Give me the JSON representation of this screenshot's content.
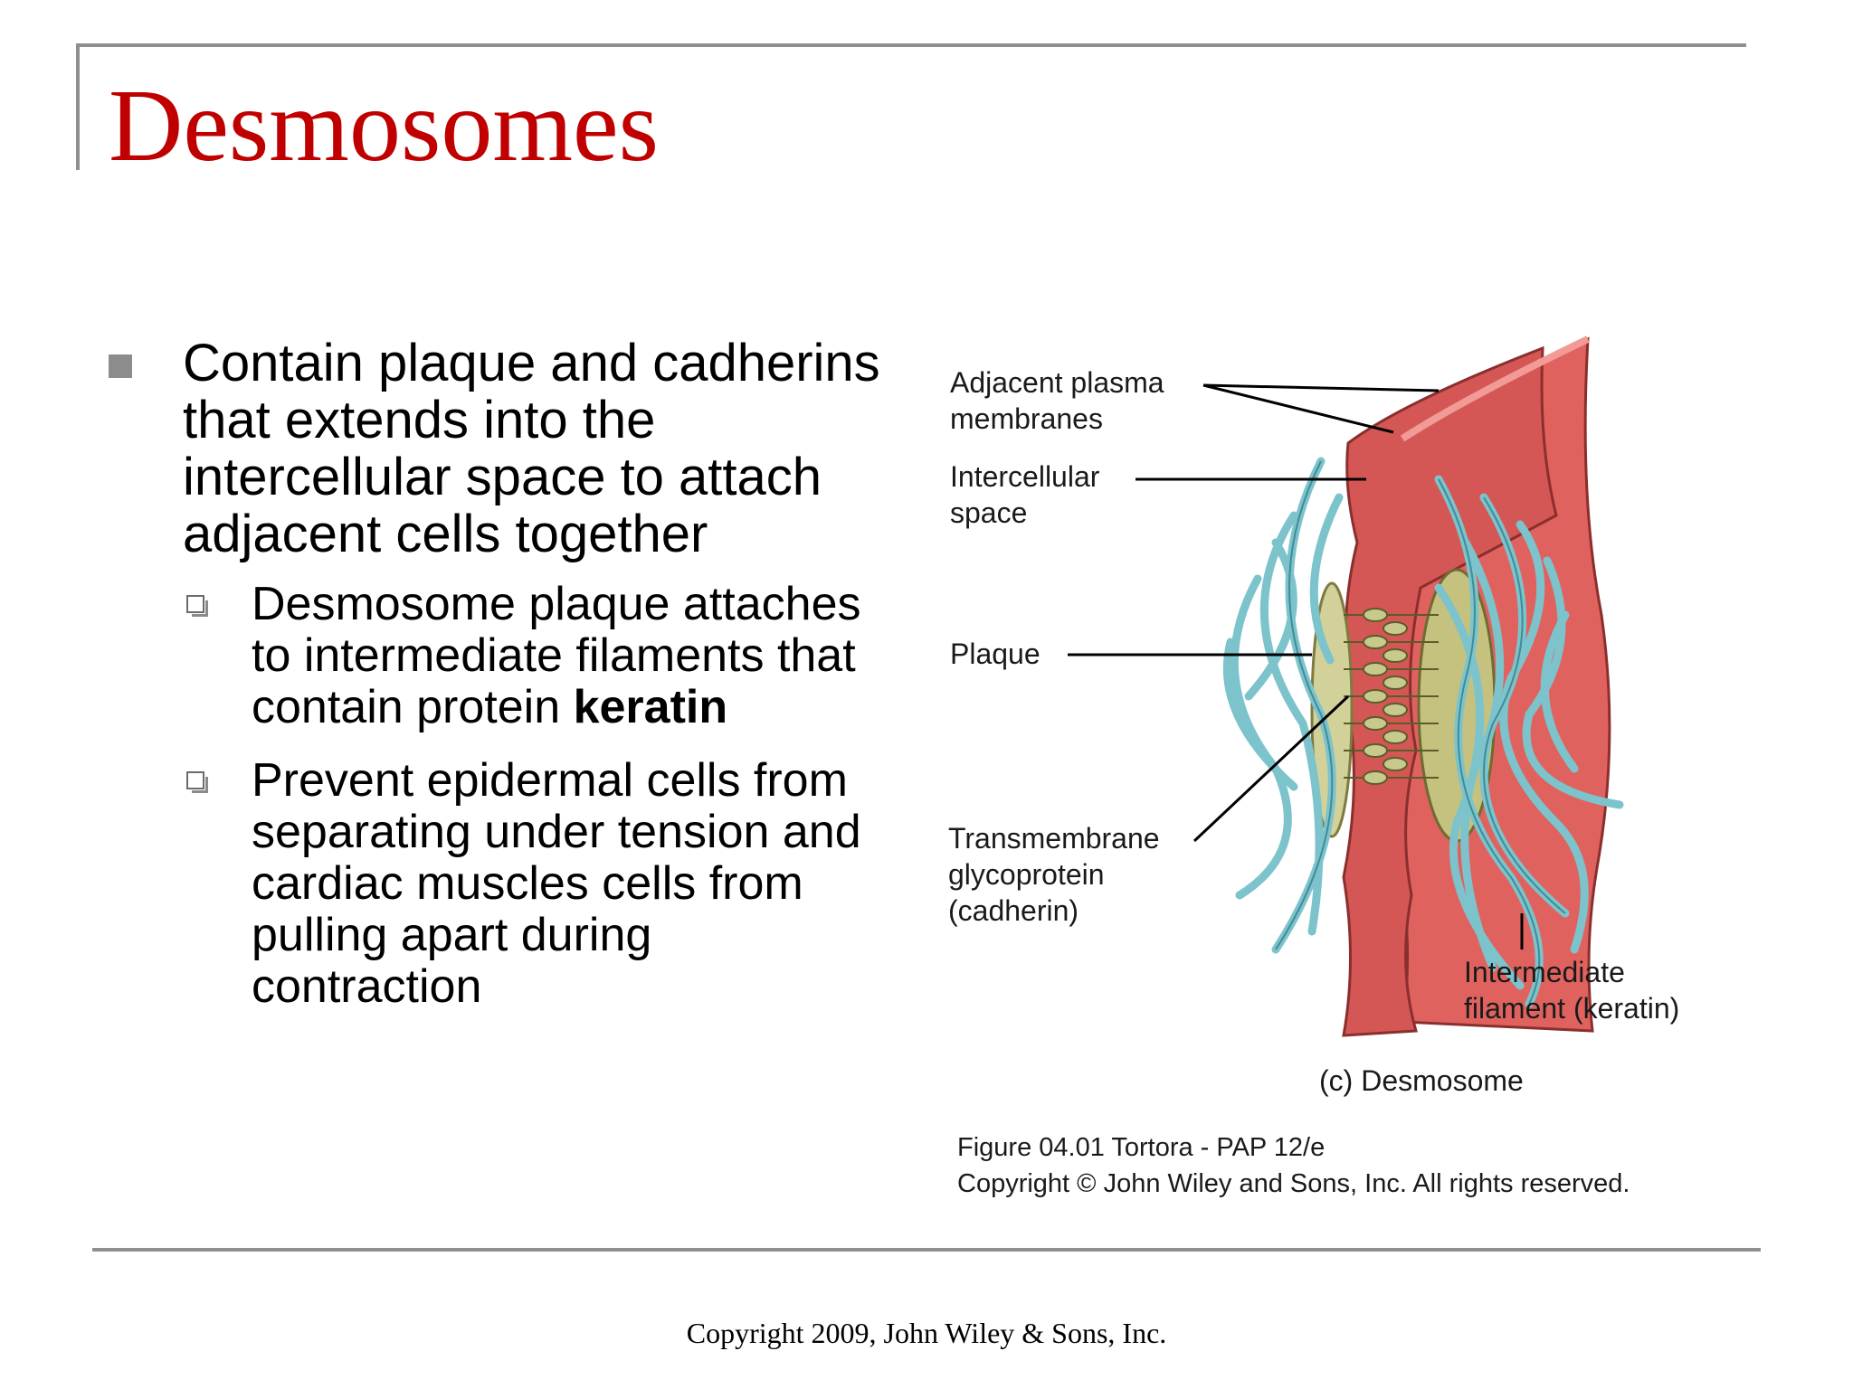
{
  "slide": {
    "title": "Desmosomes",
    "bullet": "Contain plaque and cadherins that extends into the intercellular space to attach adjacent cells together",
    "sub_bullets": [
      {
        "text_before": "Desmosome plaque attaches to intermediate filaments that contain protein ",
        "bold": "keratin"
      },
      {
        "text": "Prevent epidermal cells from separating under tension and cardiac muscles cells from pulling apart during contraction"
      }
    ],
    "footer": "Copyright 2009, John Wiley & Sons, Inc.",
    "title_color": "#c00000"
  },
  "figure": {
    "labels": {
      "membranes_1": "Adjacent plasma",
      "membranes_2": "membranes",
      "space_1": "Intercellular",
      "space_2": "space",
      "plaque": "Plaque",
      "cadherin_1": "Transmembrane",
      "cadherin_2": "glycoprotein",
      "cadherin_3": "(cadherin)",
      "filament_1": "Intermediate",
      "filament_2": "filament (keratin)",
      "caption": "(c) Desmosome",
      "credit_1": "Figure 04.01  Tortora - PAP 12/e",
      "credit_2": "Copyright © John Wiley and Sons, Inc. All rights reserved."
    },
    "colors": {
      "membrane": "#e0625f",
      "membrane_dark": "#c94c4a",
      "filament": "#7cc3cc",
      "plaque": "#c9c88a"
    }
  }
}
